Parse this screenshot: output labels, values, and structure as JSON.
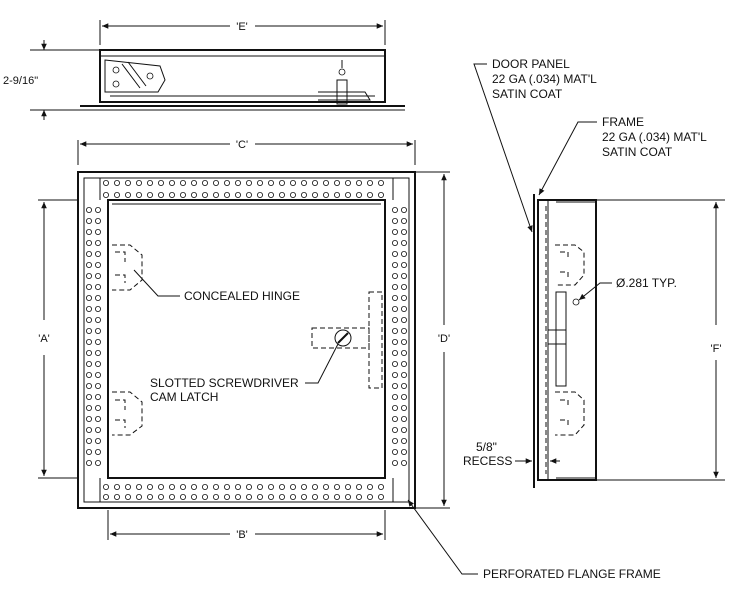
{
  "dimensions": {
    "e": "'E'",
    "height_top": "2-9/16\"",
    "c": "'C'",
    "a": "'A'",
    "d": "'D'",
    "b": "'B'",
    "f": "'F'"
  },
  "callouts": {
    "door_panel": [
      "DOOR PANEL",
      "22 GA (.034) MAT'L",
      "SATIN COAT"
    ],
    "frame": [
      "FRAME",
      "22 GA (.034) MAT'L",
      "SATIN COAT"
    ],
    "hole": "Ø.281 TYP.",
    "concealed_hinge": "CONCEALED HINGE",
    "cam_latch": [
      "SLOTTED SCREWDRIVER",
      "CAM LATCH"
    ],
    "recess": [
      "5/8\"",
      "RECESS"
    ],
    "perforated_flange": "PERFORATED FLANGE FRAME"
  },
  "colors": {
    "line": "#111111",
    "background": "#ffffff"
  }
}
